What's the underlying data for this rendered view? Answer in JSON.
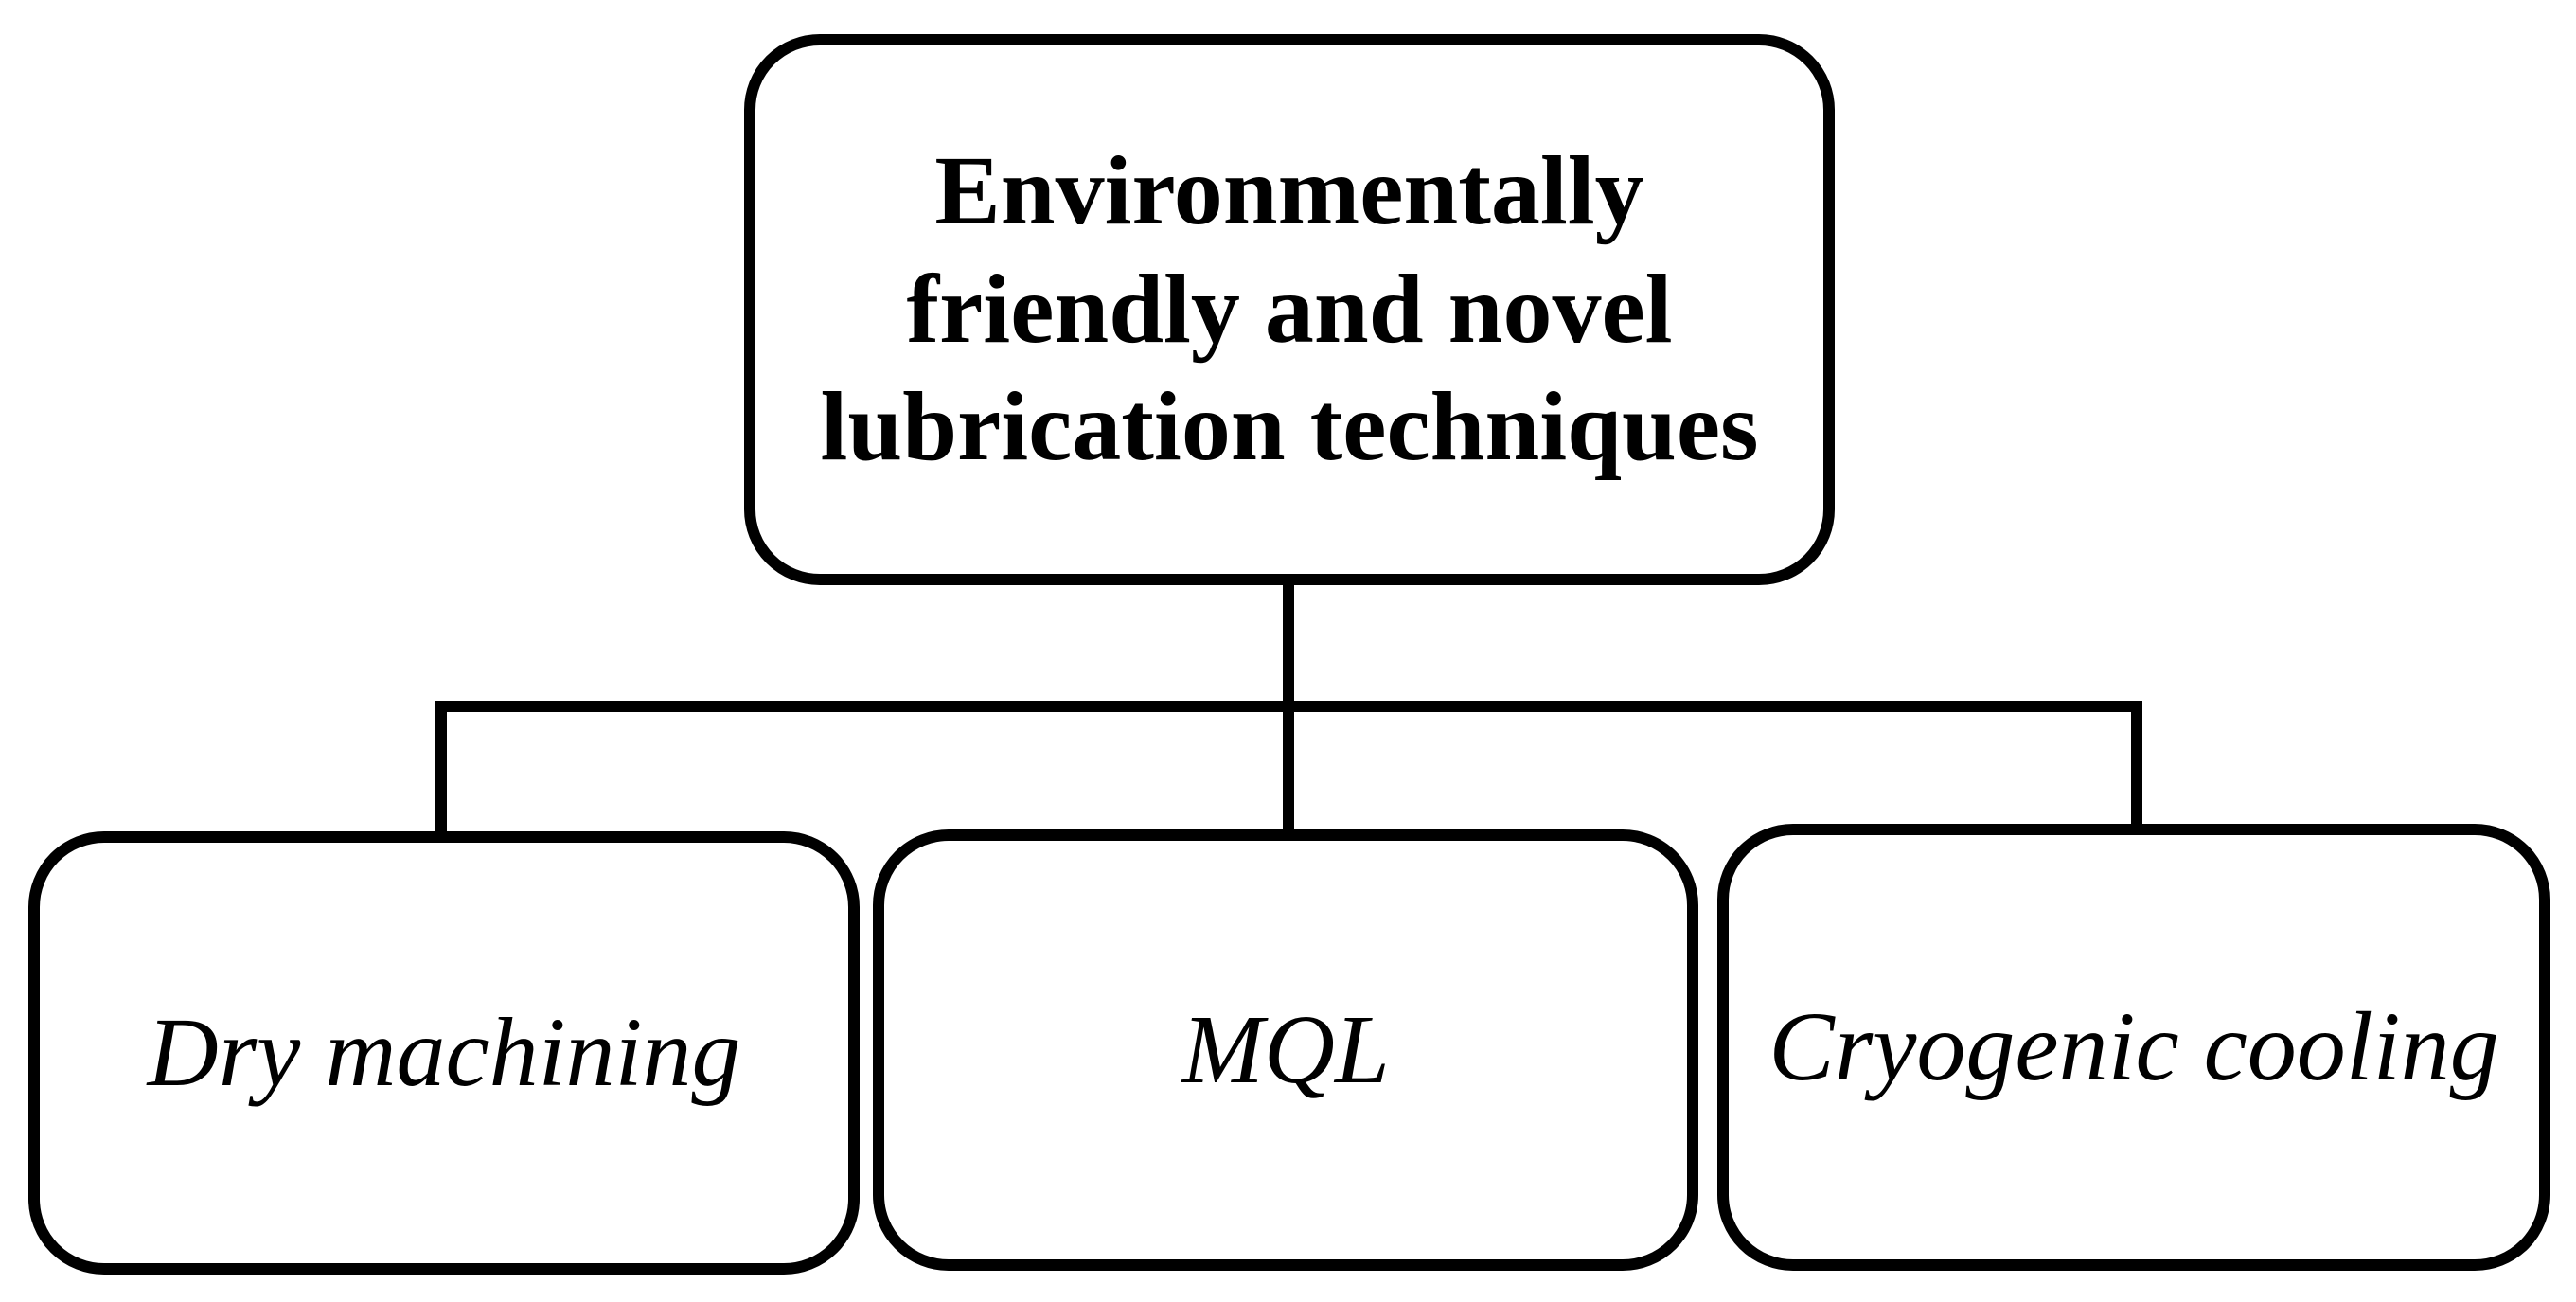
{
  "root": {
    "label": "Environmentally\nfriendly and novel\nlubrication techniques"
  },
  "children": [
    {
      "label": "Dry machining"
    },
    {
      "label": "MQL"
    },
    {
      "label": "Cryogenic cooling"
    }
  ],
  "style": {
    "stroke_color": "#000000",
    "background_color": "#ffffff"
  }
}
